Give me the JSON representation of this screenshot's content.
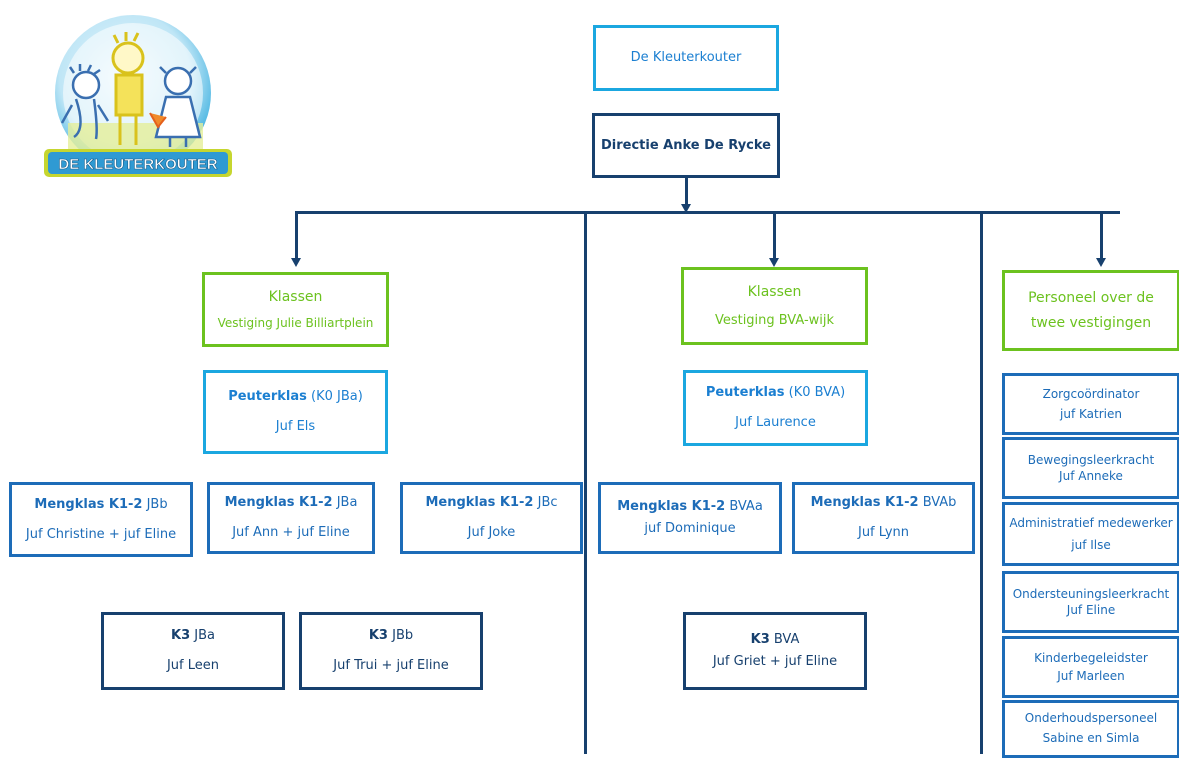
{
  "logo": {
    "text": "DE KLEUTERKOUTER"
  },
  "top": {
    "title": "De Kleuterkouter",
    "director": "Directie Anke De Rycke"
  },
  "left": {
    "header": {
      "l1": "Klassen",
      "l2": "Vestiging Julie Billiartplein"
    },
    "peuter": {
      "bold": "Peuterklas",
      "rest": " (K0 JBa)",
      "teacher": "Juf Els"
    },
    "meng1": {
      "bold": "Mengklas K1-2",
      "rest": " JBb",
      "teacher": "Juf Christine + juf Eline"
    },
    "meng2": {
      "bold": "Mengklas K1-2",
      "rest": " JBa",
      "teacher": "Juf Ann + juf Eline"
    },
    "meng3": {
      "bold": "Mengklas K1-2",
      "rest": " JBc",
      "teacher": "Juf  Joke"
    },
    "k3a": {
      "bold": "K3",
      "rest": " JBa",
      "teacher": "Juf Leen"
    },
    "k3b": {
      "bold": "K3",
      "rest": " JBb",
      "teacher": "Juf Trui + juf Eline"
    }
  },
  "middle": {
    "header": {
      "l1": "Klassen",
      "l2": "Vestiging BVA-wijk"
    },
    "peuter": {
      "bold": "Peuterklas",
      "rest": " (K0 BVA)",
      "teacher": "Juf Laurence"
    },
    "meng1": {
      "bold": "Mengklas K1-2",
      "rest": " BVAa",
      "teacher": "juf Dominique"
    },
    "meng2": {
      "bold": "Mengklas K1-2",
      "rest": " BVAb",
      "teacher": "Juf Lynn"
    },
    "k3": {
      "bold": "K3",
      "rest": " BVA",
      "teacher": "Juf Griet + juf Eline"
    }
  },
  "right": {
    "header": {
      "l1": "Personeel over de",
      "l2": "twee vestigingen"
    },
    "staff": [
      {
        "role": "Zorgcoördinator",
        "name": "juf Katrien"
      },
      {
        "role": "Bewegingsleerkracht",
        "name": "Juf Anneke"
      },
      {
        "role": "Administratief  medewerker",
        "name": "juf Ilse"
      },
      {
        "role": "Ondersteuningsleerkracht",
        "name": "Juf Eline"
      },
      {
        "role": "Kinderbegeleidster",
        "name": "Juf Marleen"
      },
      {
        "role": "Onderhoudspersoneel",
        "name": "Sabine en Simla"
      }
    ]
  },
  "colors": {
    "dark_blue": "#17406e",
    "light_blue": "#1ba7e0",
    "mid_blue": "#1d6cb8",
    "green": "#6cc21f"
  }
}
